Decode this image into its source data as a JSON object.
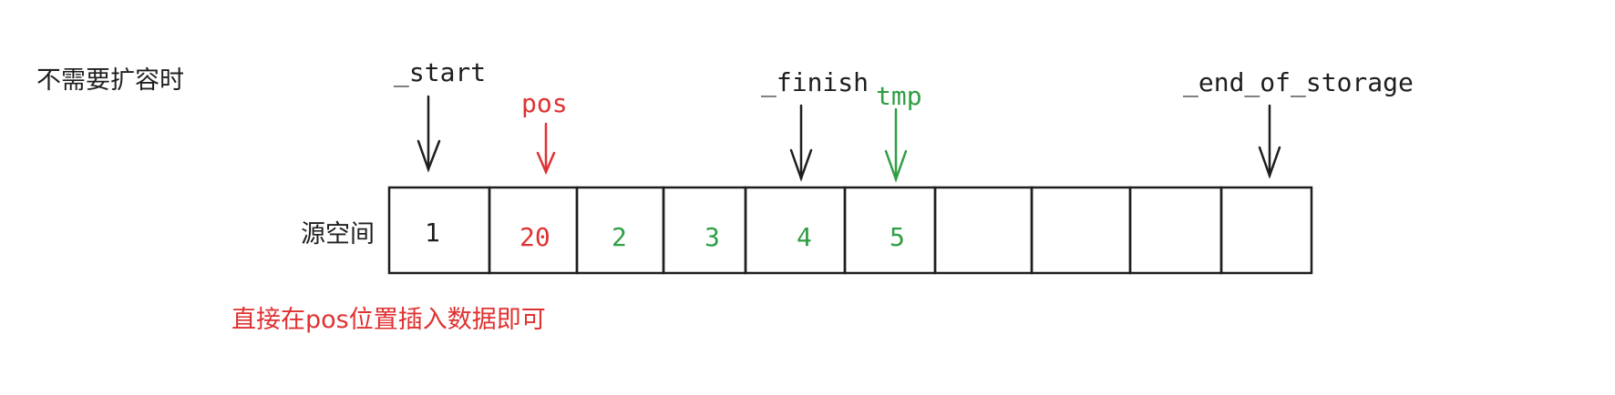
{
  "title": "不需要扩容时",
  "row_label": "源空间",
  "note": "直接在pos位置插入数据即可",
  "colors": {
    "black": "#1e1e1e",
    "red": "#e03131",
    "green": "#2f9e44"
  },
  "pointers": [
    {
      "label": "_start",
      "color": "black"
    },
    {
      "label": "pos",
      "color": "red"
    },
    {
      "label": "_finish",
      "color": "black"
    },
    {
      "label": "tmp",
      "color": "green"
    },
    {
      "label": "_end_of_storage",
      "color": "black"
    }
  ],
  "cells": [
    {
      "value": "1",
      "color": "black"
    },
    {
      "value": "20",
      "color": "red"
    },
    {
      "value": "2",
      "color": "green"
    },
    {
      "value": "3",
      "color": "green"
    },
    {
      "value": "4",
      "color": "green"
    },
    {
      "value": "5",
      "color": "green"
    },
    {
      "value": "",
      "color": "black"
    },
    {
      "value": "",
      "color": "black"
    },
    {
      "value": "",
      "color": "black"
    },
    {
      "value": "",
      "color": "black"
    }
  ]
}
